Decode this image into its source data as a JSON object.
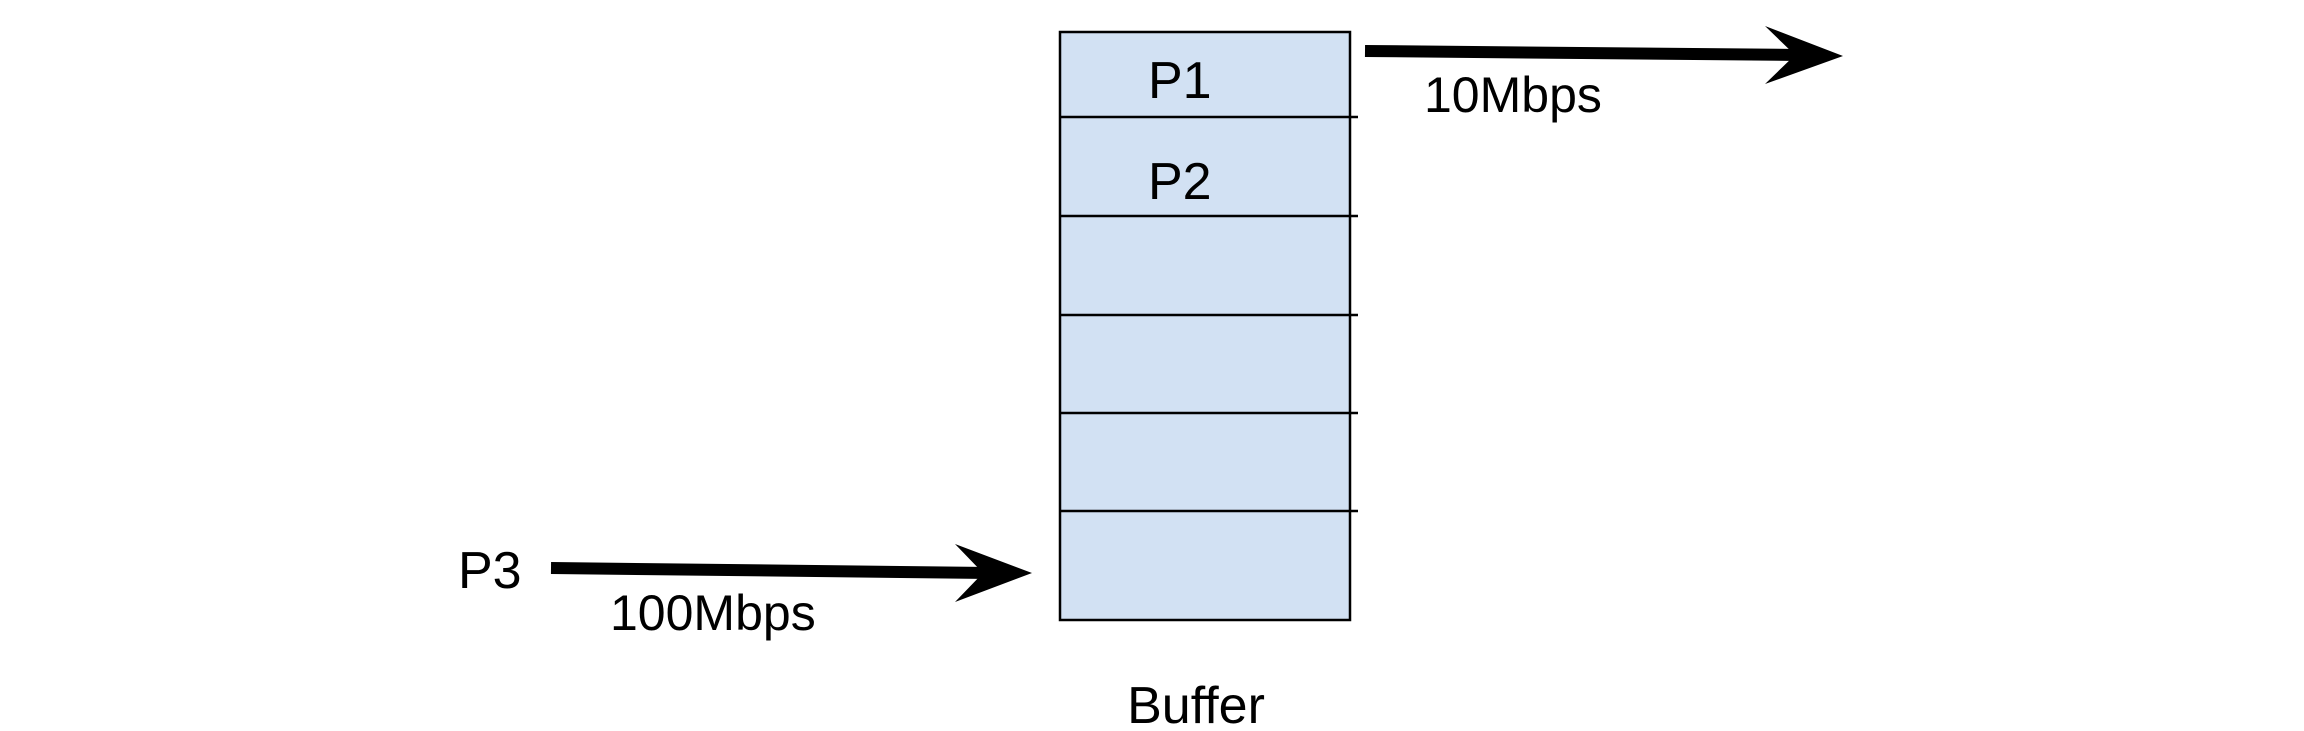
{
  "buffer": {
    "caption": "Buffer",
    "fill_color": "#d2e1f3",
    "slots": [
      "P1",
      "P2",
      "",
      "",
      "",
      ""
    ]
  },
  "incoming": {
    "packet_label": "P3",
    "rate_label": "100Mbps"
  },
  "outgoing": {
    "rate_label": "10Mbps"
  }
}
